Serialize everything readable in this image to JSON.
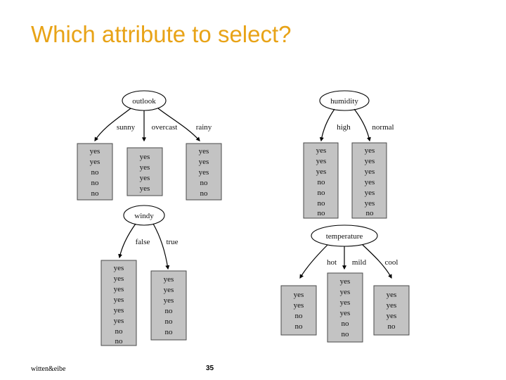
{
  "slide": {
    "title": "Which attribute to select?",
    "title_color": "#e8a317",
    "background_color": "#ffffff"
  },
  "footer": {
    "credit": "witten&eibe",
    "page_number": "35"
  },
  "figure": {
    "leaf_fill_color": "#c3c3c3",
    "leaf_border_color": "#4a4a4a",
    "trees": [
      {
        "id": "outlook-tree",
        "root_label": "outlook",
        "branches": [
          {
            "label": "sunny",
            "values": [
              "yes",
              "yes",
              "no",
              "no",
              "no"
            ]
          },
          {
            "label": "overcast",
            "values": [
              "yes",
              "yes",
              "yes",
              "yes"
            ]
          },
          {
            "label": "rainy",
            "values": [
              "yes",
              "yes",
              "yes",
              "no",
              "no"
            ]
          }
        ]
      },
      {
        "id": "humidity-tree",
        "root_label": "humidity",
        "branches": [
          {
            "label": "high",
            "values": [
              "yes",
              "yes",
              "yes",
              "no",
              "no",
              "no",
              "no"
            ]
          },
          {
            "label": "normal",
            "values": [
              "yes",
              "yes",
              "yes",
              "yes",
              "yes",
              "yes",
              "no"
            ]
          }
        ]
      },
      {
        "id": "windy-tree",
        "root_label": "windy",
        "branches": [
          {
            "label": "false",
            "values": [
              "yes",
              "yes",
              "yes",
              "yes",
              "yes",
              "yes",
              "no",
              "no"
            ]
          },
          {
            "label": "true",
            "values": [
              "yes",
              "yes",
              "yes",
              "no",
              "no",
              "no"
            ]
          }
        ]
      },
      {
        "id": "temperature-tree",
        "root_label": "temperature",
        "branches": [
          {
            "label": "hot",
            "values": [
              "yes",
              "yes",
              "no",
              "no"
            ]
          },
          {
            "label": "mild",
            "values": [
              "yes",
              "yes",
              "yes",
              "yes",
              "no",
              "no"
            ]
          },
          {
            "label": "cool",
            "values": [
              "yes",
              "yes",
              "yes",
              "no"
            ]
          }
        ]
      }
    ]
  }
}
